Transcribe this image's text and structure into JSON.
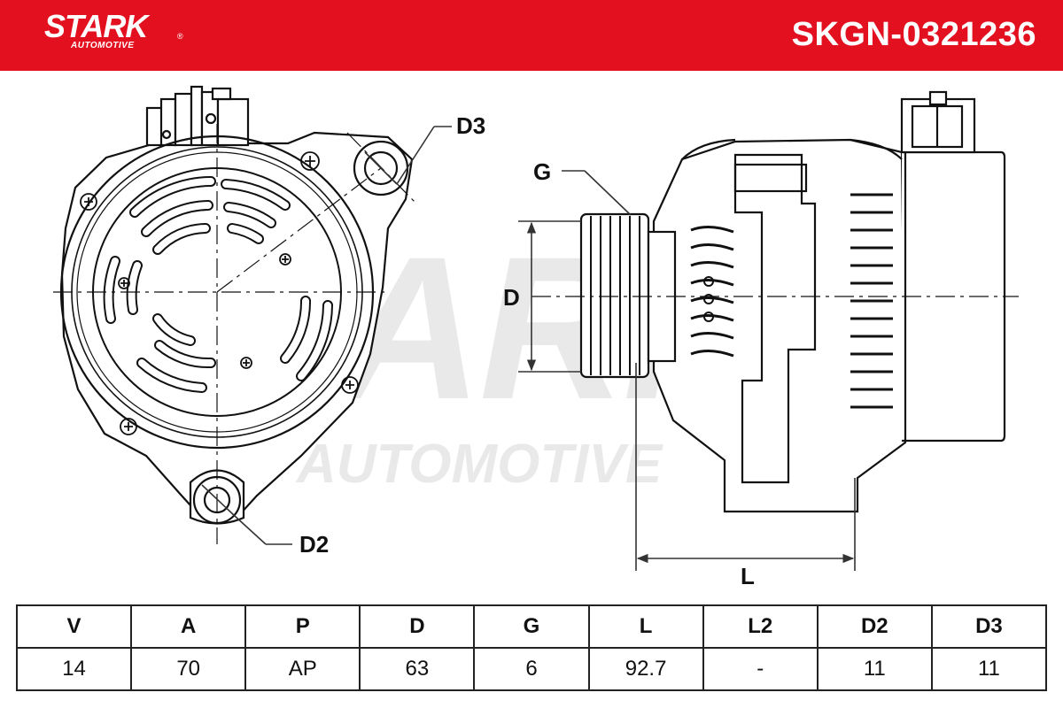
{
  "brand": {
    "name": "STARK",
    "sub": "AUTOMOTIVE",
    "reg": "®",
    "color": "#e3101f"
  },
  "part_number": "SKGN-0321236",
  "watermark": {
    "word": "STARK",
    "sub": "AUTOMOTIVE",
    "reg": "®"
  },
  "dimension_labels": {
    "d3": "D3",
    "d2": "D2",
    "g": "G",
    "d": "D",
    "l": "L"
  },
  "spec_table": {
    "headers": [
      "V",
      "A",
      "P",
      "D",
      "G",
      "L",
      "L2",
      "D2",
      "D3"
    ],
    "values": [
      "14",
      "70",
      "AP",
      "63",
      "6",
      "92.7",
      "-",
      "11",
      "11"
    ]
  }
}
